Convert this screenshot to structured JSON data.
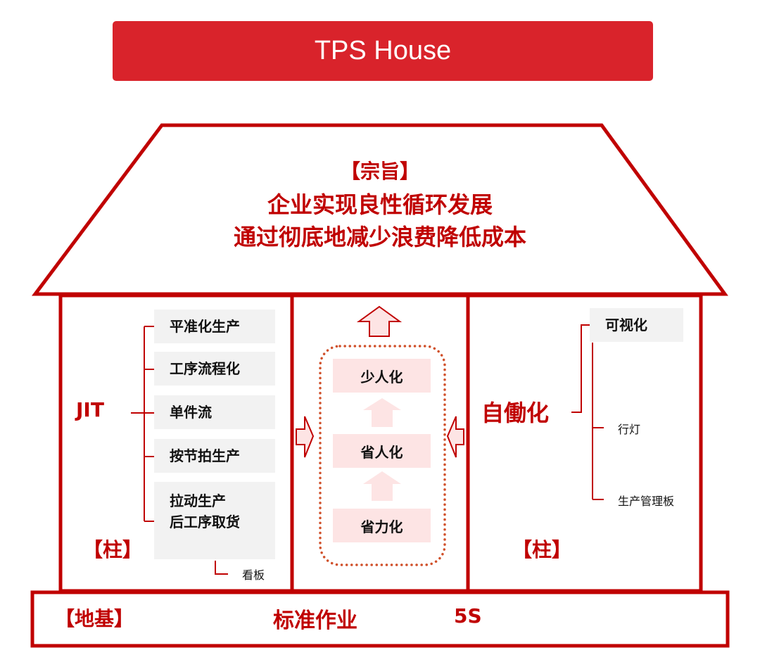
{
  "title": "TPS House",
  "roof": {
    "label": "【宗旨】",
    "line1": "企业实现良性循环发展",
    "line2": "通过彻底地减少浪费降低成本"
  },
  "left_pillar": {
    "name": "JIT",
    "items": [
      "平准化生产",
      "工序流程化",
      "单件流",
      "按节拍生产",
      "拉动生产",
      "后工序取货"
    ],
    "sub_item": "看板",
    "pillar_label": "【柱】"
  },
  "center": {
    "items": [
      "少人化",
      "省人化",
      "省力化"
    ]
  },
  "right_pillar": {
    "name": "自働化",
    "top_item": "可视化",
    "sub_items": [
      "行灯",
      "生产管理板"
    ],
    "pillar_label": "【柱】"
  },
  "foundation": {
    "label": "【地基】",
    "item1": "标准作业",
    "item2": "5S"
  },
  "colors": {
    "accent": "#c00000",
    "title_bg": "#d9232b",
    "box_gray": "#f2f2f2",
    "box_pink": "#fde4e4"
  }
}
